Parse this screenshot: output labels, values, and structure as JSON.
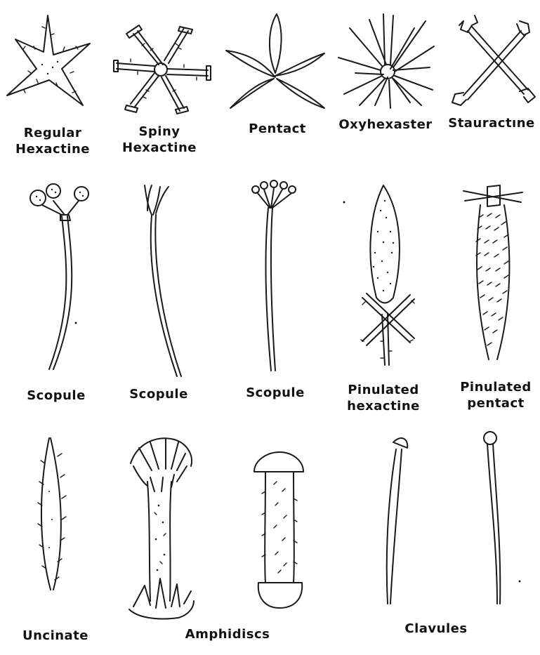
{
  "figure": {
    "labels": {
      "regular_hexactine": [
        "Regular",
        "Hexactine"
      ],
      "spiny_hexactine": [
        "Spiny",
        "Hexactine"
      ],
      "pentact": "Pentact",
      "oxyhexaster": "Oxyhexaster",
      "stauractine": "Stauractıne",
      "scopule_1": "Scopule",
      "scopule_2": "Scopule",
      "scopule_3": "Scopule",
      "pinulated_hexactine": [
        "Pinulated",
        "hexactine"
      ],
      "pinulated_pentact": [
        "Pinulated",
        "pentact"
      ],
      "uncinate": "Uncinate",
      "amphidiscs": "Amphidiscs",
      "clavules": "Clavules"
    }
  }
}
